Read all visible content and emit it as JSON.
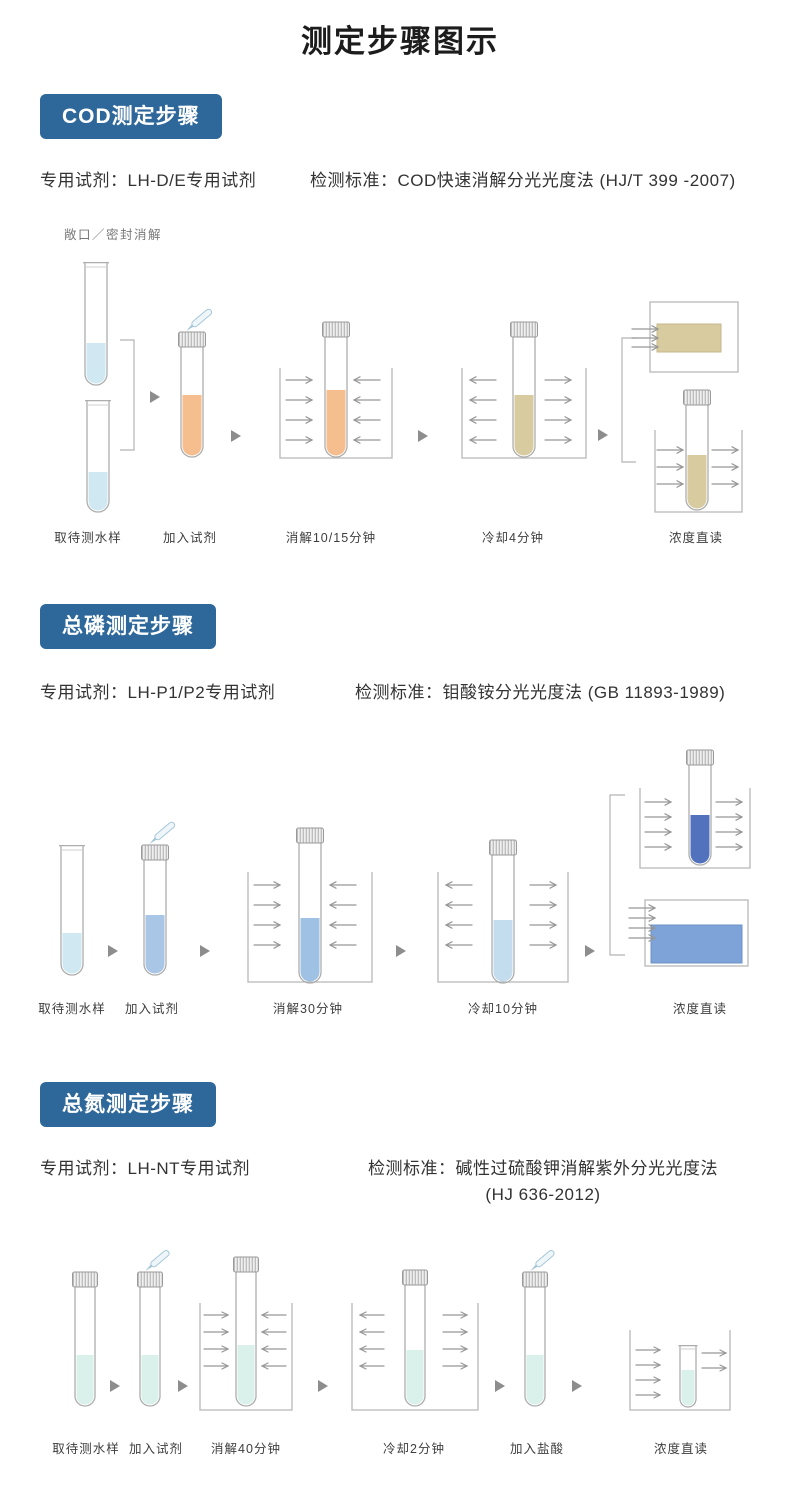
{
  "page_title": "测定步骤图示",
  "sections": [
    {
      "badge": "COD测定步骤",
      "reagent_label": "专用试剂：",
      "reagent_value": "LH-D/E专用试剂",
      "standard_label": "检测标准：",
      "standard_value": "COD快速消解分光光度法 (HJ/T 399 -2007)",
      "note": "敞口／密封消解",
      "steps": [
        "取待测水样",
        "加入试剂",
        "消解10/15分钟",
        "冷却4分钟",
        "浓度直读"
      ]
    },
    {
      "badge": "总磷测定步骤",
      "reagent_label": "专用试剂：",
      "reagent_value": "LH-P1/P2专用试剂",
      "standard_label": "检测标准：",
      "standard_value": "钼酸铵分光光度法 (GB 11893-1989)",
      "steps": [
        "取待测水样",
        "加入试剂",
        "消解30分钟",
        "冷却10分钟",
        "浓度直读"
      ]
    },
    {
      "badge": "总氮测定步骤",
      "reagent_label": "专用试剂：",
      "reagent_value": "LH-NT专用试剂",
      "standard_label": "检测标准：",
      "standard_value": "碱性过硫酸钾消解紫外分光光度法",
      "standard_value_line2": "(HJ 636-2012)",
      "steps": [
        "取待测水样",
        "加入试剂",
        "消解40分钟",
        "冷却2分钟",
        "加入盐酸",
        "浓度直读"
      ]
    }
  ],
  "colors": {
    "badge_blue": "#2e689b",
    "liquid_lightblue": "#cfe8f2",
    "liquid_orange": "#f6bd8e",
    "liquid_tan": "#d8cba0",
    "liquid_blue": "#a9c6e6",
    "liquid_darkblue": "#5272bd",
    "liquid_cyan": "#d9f1ea"
  }
}
